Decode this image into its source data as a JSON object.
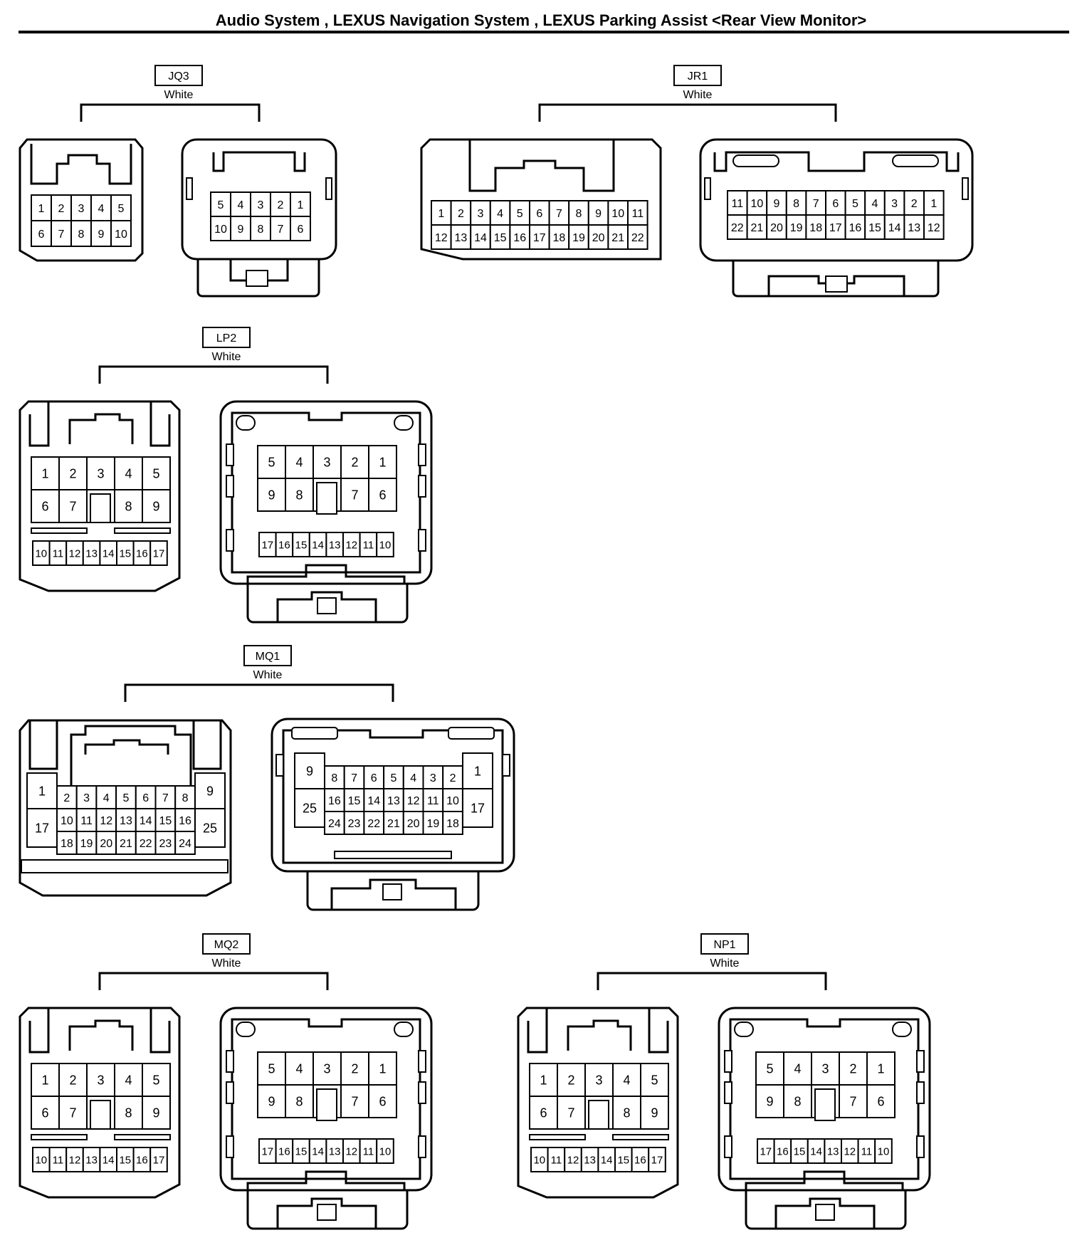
{
  "title": "Audio System , LEXUS Navigation System , LEXUS Parking Assist <Rear View Monitor>",
  "connectors": [
    {
      "id": "JQ3",
      "code": "JQ3",
      "color": "White"
    },
    {
      "id": "JR1",
      "code": "JR1",
      "color": "White"
    },
    {
      "id": "LP2",
      "code": "LP2",
      "color": "White"
    },
    {
      "id": "MQ1",
      "code": "MQ1",
      "color": "White"
    },
    {
      "id": "MQ2",
      "code": "MQ2",
      "color": "White"
    },
    {
      "id": "NP1",
      "code": "NP1",
      "color": "White"
    }
  ]
}
